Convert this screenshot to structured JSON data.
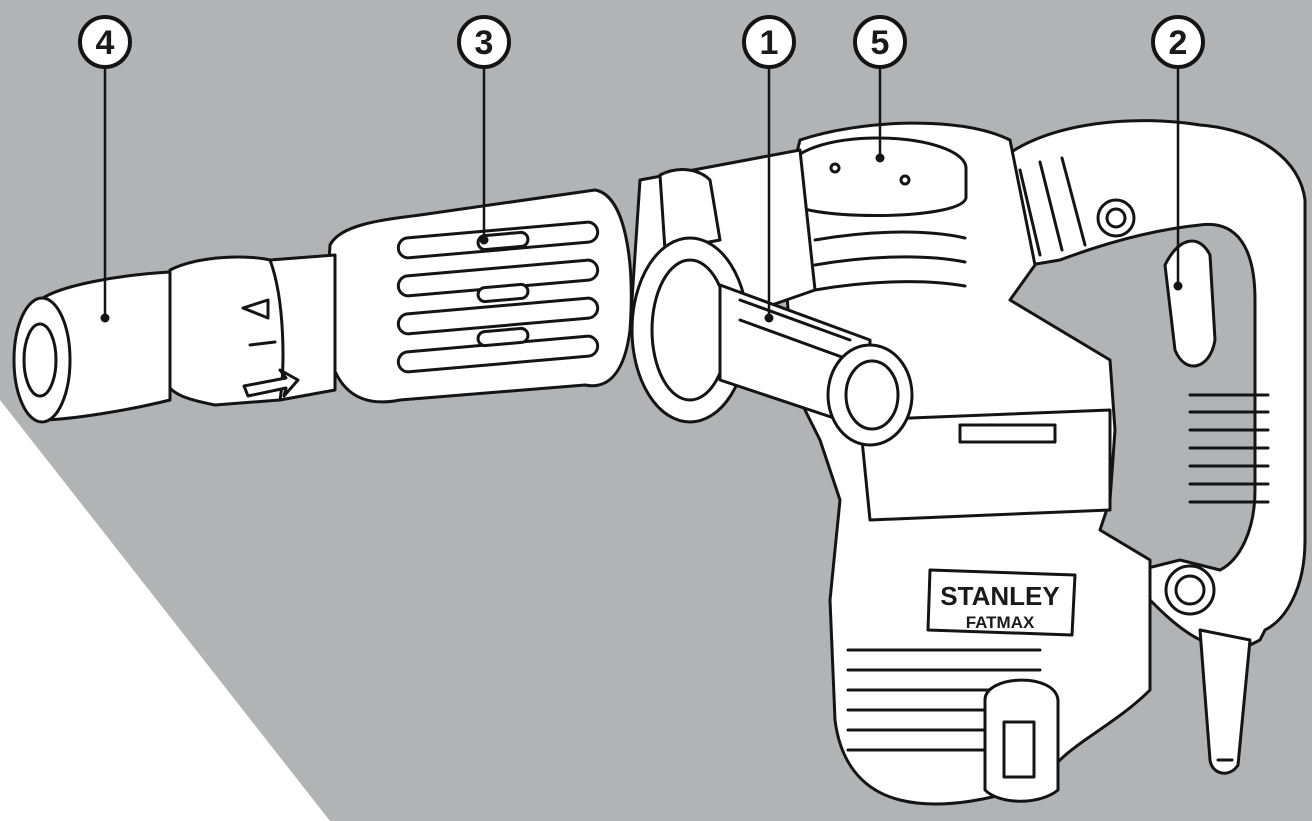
{
  "figure": {
    "background_color": "#b2b3b5",
    "corner_color": "#ffffff",
    "tool_fill": "#ffffff",
    "outline_color": "#141414"
  },
  "callouts": [
    {
      "label": "4"
    },
    {
      "label": "3"
    },
    {
      "label": "1"
    },
    {
      "label": "5"
    },
    {
      "label": "2"
    }
  ],
  "brand": {
    "name": "STANLEY",
    "sub": "FATMAX"
  }
}
